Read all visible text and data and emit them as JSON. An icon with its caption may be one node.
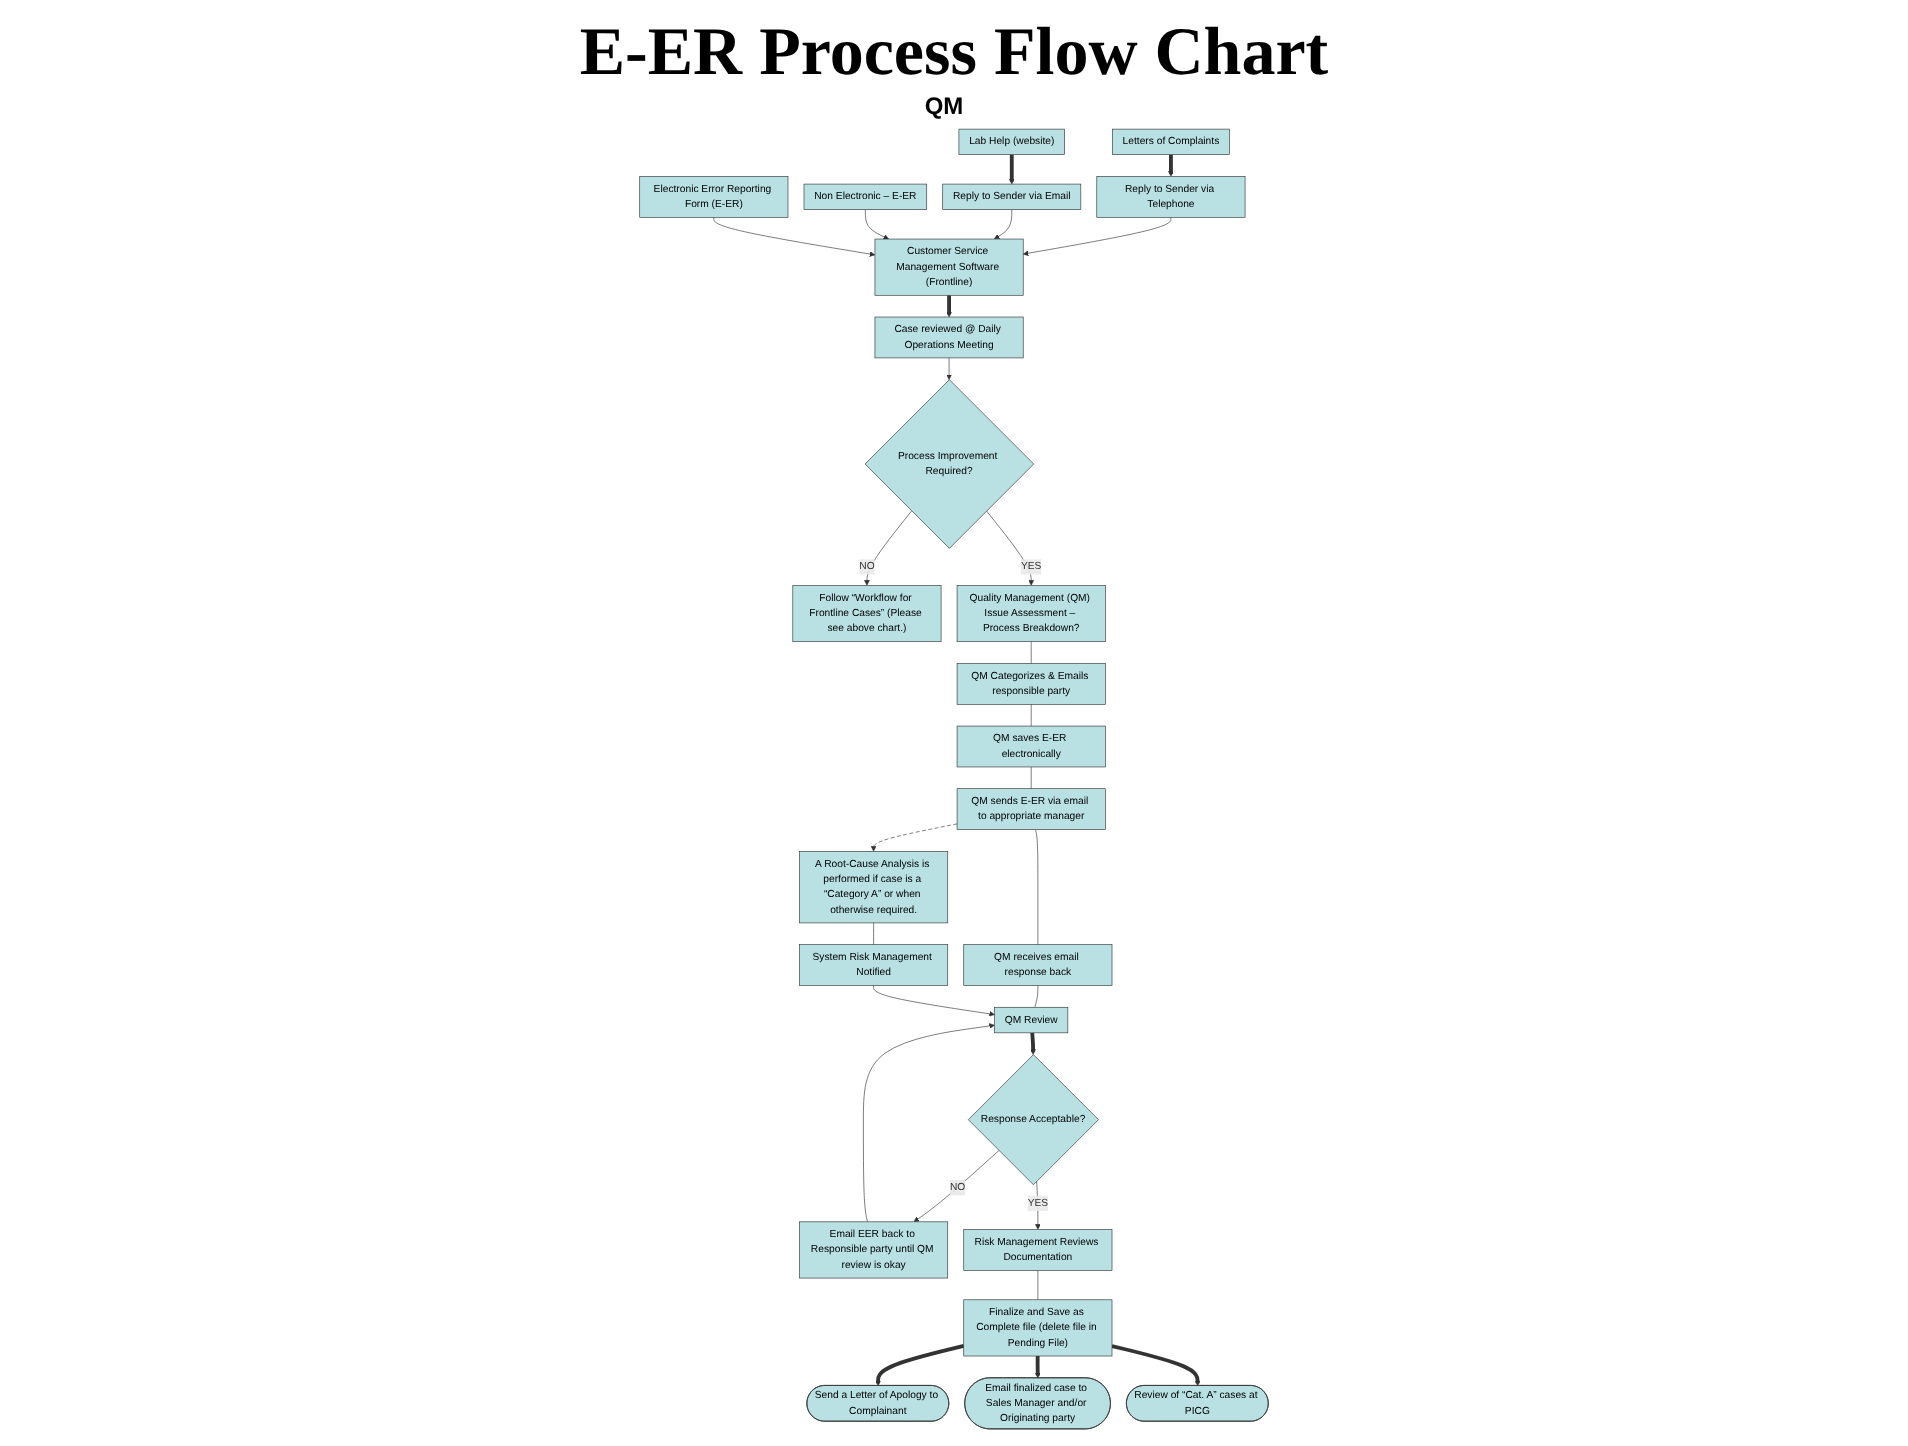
{
  "diagram": {
    "title": "E-ER Process Flow Chart",
    "nodes": [
      {
        "text": [
          "Letters of Complaints"
        ]
      },
      {
        "text": [
          "Lab Help (website)"
        ]
      },
      {
        "text": [
          "Reply to Sender via Telephone"
        ]
      },
      {
        "text": [
          "Reply to Sender via Email"
        ]
      },
      {
        "text": [
          "Customer Service Management Software (Frontline)"
        ]
      },
      {
        "text": [
          "Non Electronic – E-ER"
        ]
      },
      {
        "text": [
          "Electronic Error Reporting Form (E-ER)"
        ]
      },
      {
        "text": [
          "Case reviewed @ Daily Operations Meeting"
        ]
      },
      {
        "text": [
          "Process Improvement Required?"
        ]
      },
      {
        "text": [
          "Follow “Workflow for Frontline Cases” (Please see above chart.)"
        ]
      },
      {
        "text": [
          "Quality Management (QM) Issue Assessment – Process Breakdown?"
        ]
      },
      {
        "text": [
          "QM Categorizes & Emails responsible party"
        ]
      },
      {
        "text": [
          "QM saves E-ER electronically"
        ]
      },
      {
        "text": [
          "QM sends E-ER via email to appropriate manager"
        ]
      },
      {
        "text": [
          "A Root-Cause Analysis is performed if case is a “Category A” or when otherwise required."
        ]
      },
      {
        "text": [
          "QM receives email response back"
        ]
      },
      {
        "text": [
          "System Risk Management Notified"
        ]
      },
      {
        "text": [
          "QM Review"
        ]
      },
      {
        "text": [
          "Response Acceptable?"
        ]
      },
      {
        "text": [
          "Email EER back to Responsible party until QM review is okay"
        ]
      },
      {
        "text": [
          "Risk Management Reviews Documentation"
        ]
      },
      {
        "text": [
          "Finalize and Save as Complete file (delete file in Pending File)"
        ]
      },
      {
        "text": [
          "Send a Letter of Apology to Complainant"
        ]
      },
      {
        "text": [
          "Email finalized case to Sales Manager and/or Originating party"
        ]
      },
      {
        "text": [
          "Review of “Cat. A” cases at PICG"
        ]
      }
    ],
    "edges": [
      {
        "from": 0,
        "to": 2,
        "arrow": "to",
        "style": "thick"
      },
      {
        "from": 1,
        "to": 3,
        "arrow": "to",
        "style": "thick"
      },
      {
        "from": 2,
        "to": 4,
        "arrow": "to"
      },
      {
        "from": 3,
        "to": 4,
        "arrow": "to"
      },
      {
        "from": 5,
        "to": 4,
        "arrow": "to"
      },
      {
        "from": 6,
        "to": 4,
        "arrow": "to"
      },
      {
        "from": 4,
        "to": 7,
        "arrow": "to",
        "style": "thick"
      },
      {
        "from": 7,
        "to": 8,
        "arrow": "to"
      },
      {
        "from": 8,
        "to": 9,
        "arrow": "to",
        "label": "NO"
      },
      {
        "from": 8,
        "to": 10,
        "arrow": "to",
        "label": "YES"
      },
      {
        "from": 10,
        "to": 11,
        "arrow": "none"
      },
      {
        "from": 11,
        "to": 12,
        "arrow": "none"
      },
      {
        "from": 12,
        "to": 13,
        "arrow": "none"
      },
      {
        "from": 13,
        "to": 14,
        "arrow": "to",
        "style": "dashed"
      },
      {
        "from": 13,
        "to": 15,
        "arrow": "none"
      },
      {
        "from": 15,
        "to": 17,
        "arrow": "none"
      },
      {
        "from": 14,
        "to": 16,
        "arrow": "none"
      },
      {
        "from": 16,
        "to": 17,
        "arrow": "to"
      },
      {
        "from": 17,
        "to": 18,
        "arrow": "to",
        "style": "thick"
      },
      {
        "from": 18,
        "to": 19,
        "arrow": "to",
        "label": "NO"
      },
      {
        "from": 19,
        "to": 17,
        "arrow": "to"
      },
      {
        "from": 18,
        "to": 20,
        "arrow": "to",
        "label": "YES"
      },
      {
        "from": 20,
        "to": 21,
        "arrow": "none"
      },
      {
        "from": 21,
        "to": 22,
        "arrow": "to",
        "style": "thick"
      },
      {
        "from": 21,
        "to": 23,
        "arrow": "to",
        "style": "thick"
      },
      {
        "from": 21,
        "to": 24,
        "arrow": "to",
        "style": "thick"
      }
    ],
    "labels": [
      "QM"
    ]
  }
}
